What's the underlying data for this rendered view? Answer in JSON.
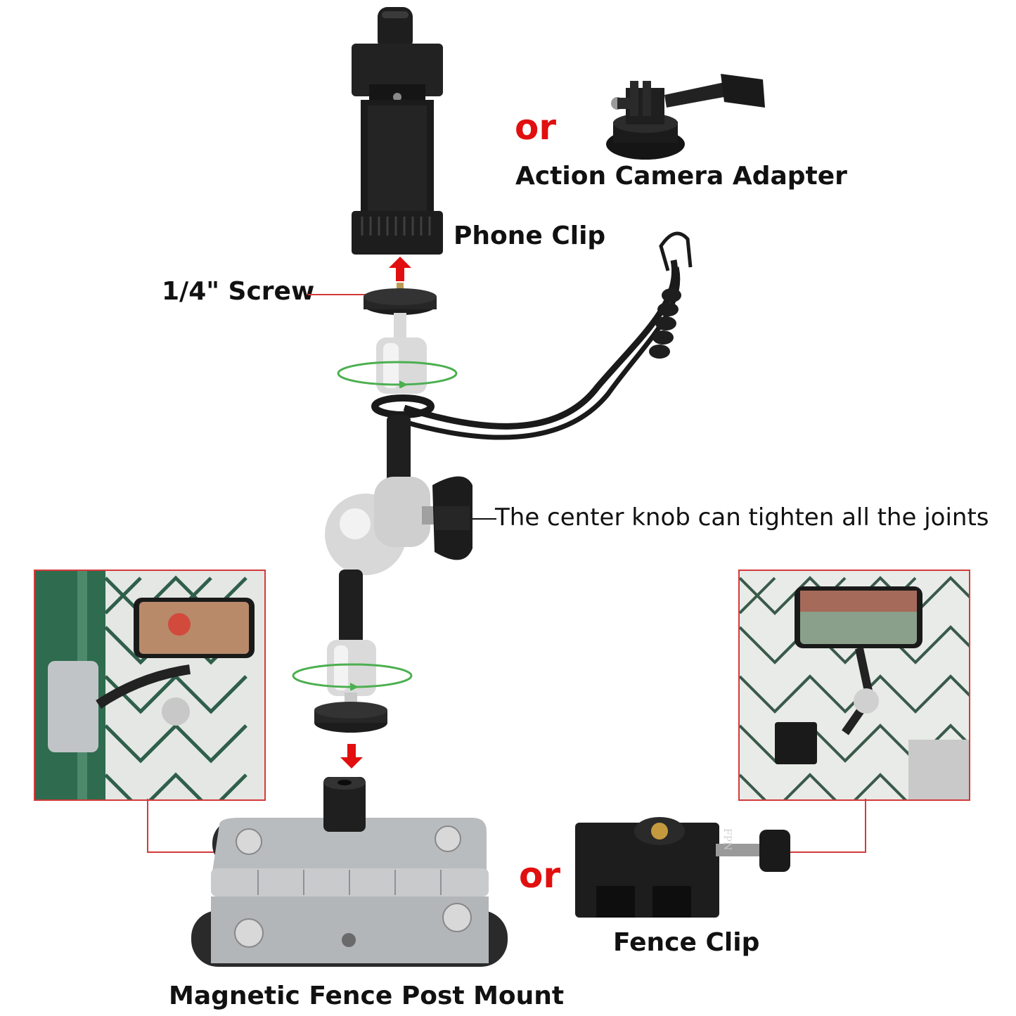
{
  "labels": {
    "action_camera_adapter": "Action Camera Adapter",
    "phone_clip": "Phone Clip",
    "screw": "1/4\" Screw",
    "center_knob": "The center knob can tighten all the joints",
    "fence_clip": "Fence Clip",
    "magnetic_mount": "Magnetic Fence Post Mount",
    "or_top": "or",
    "or_bottom": "or",
    "brand_mark": "FPN"
  },
  "colors": {
    "accent_red": "#e10f0f",
    "rotation_arrow": "#4caf50",
    "metal_black": "#1c1c1c",
    "aluminum": "#d9d9d9",
    "steel": "#b9bcbf",
    "fence_green": "#2e6b4f"
  },
  "icons": {
    "arrow_up": "arrow-up-icon",
    "arrow_down": "arrow-down-icon",
    "rotation": "rotation-arrow-icon"
  }
}
